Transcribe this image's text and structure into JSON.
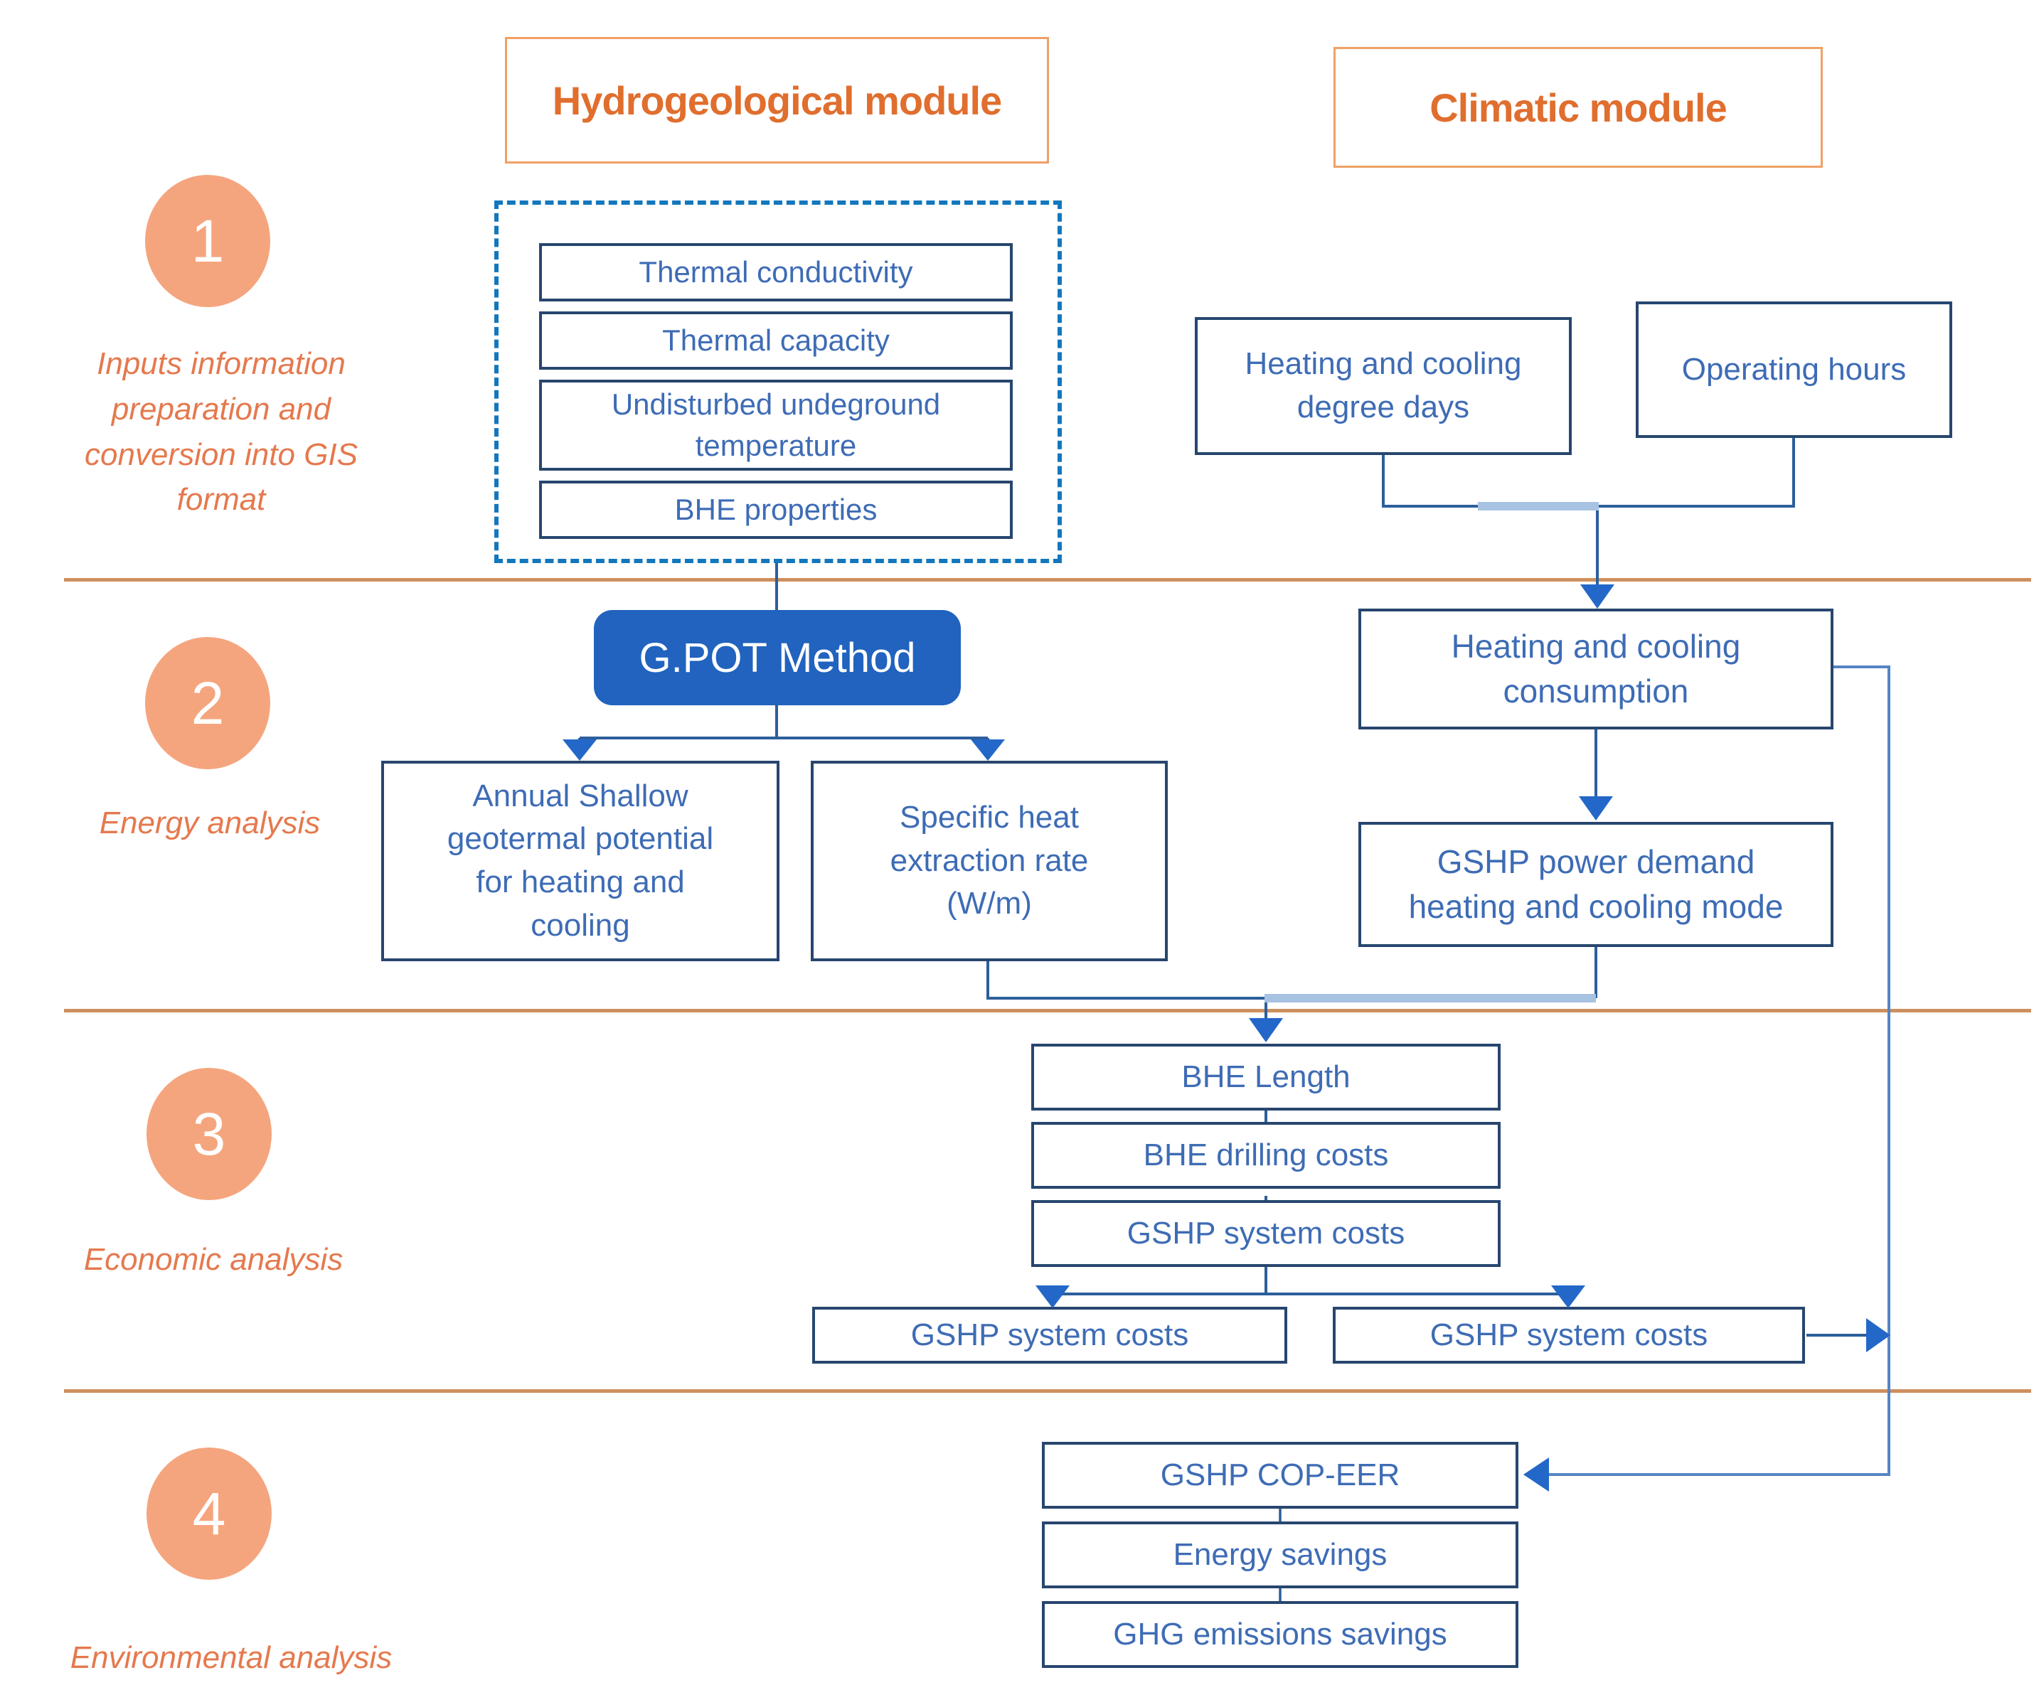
{
  "phases": [
    {
      "number": "1",
      "label": "Inputs information preparation and conversion into GIS format"
    },
    {
      "number": "2",
      "label": "Energy analysis"
    },
    {
      "number": "3",
      "label": "Economic analysis"
    },
    {
      "number": "4",
      "label": "Environmental analysis"
    }
  ],
  "modules": {
    "hydrogeological": {
      "title": "Hydrogeological module",
      "inputs": [
        "Thermal conductivity",
        "Thermal capacity",
        "Undisturbed undeground temperature",
        "BHE properties"
      ]
    },
    "climatic": {
      "title": "Climatic module",
      "inputs": [
        "Heating and cooling degree days",
        "Operating hours"
      ]
    }
  },
  "energy": {
    "gpot": "G.POT Method",
    "annual_potential": "Annual Shallow geotermal potential for heating and cooling",
    "specific_heat_rate": "Specific heat extraction rate (W/m)",
    "consumption": "Heating and cooling consumption",
    "gshp_demand": "GSHP power demand heating and cooling mode"
  },
  "economic": {
    "bhe_length": "BHE Length",
    "bhe_drilling_costs": "BHE drilling costs",
    "gshp_system_costs": "GSHP system costs",
    "gshp_system_costs_left": "GSHP system costs",
    "gshp_system_costs_right": "GSHP system costs"
  },
  "environmental": {
    "cop_eer": "GSHP COP-EER",
    "energy_savings": "Energy savings",
    "ghg_savings": "GHG emissions savings"
  },
  "colors": {
    "accent_orange": "#E06E2E",
    "phase_circle": "#F5A57E",
    "divider": "#CE8F5E",
    "box_border": "#27466F",
    "box_text": "#3E6CB5",
    "gpot_fill": "#2163BE",
    "dashed_border": "#1377BD",
    "connector_dark": "#2C5F9B",
    "connector_light": "#A8C2E2",
    "connector_loop": "#5585C2",
    "arrowhead": "#2368C8"
  }
}
